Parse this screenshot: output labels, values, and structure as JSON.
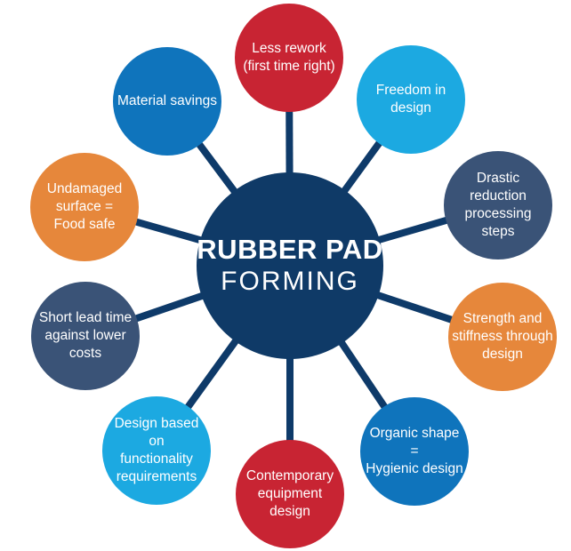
{
  "diagram": {
    "center": {
      "title_line1": "RUBBER PAD",
      "title_line2": "FORMING",
      "color": "#0F3A67"
    },
    "connector_color": "#0E3A69",
    "palette": {
      "red": "#C82433",
      "cyan": "#1CA9E1",
      "slate": "#3A5377",
      "orange": "#E6873B",
      "blue": "#0F74BC",
      "navy": "#0F3A67"
    },
    "nodes": [
      {
        "label": "Less rework\n(first time right)",
        "color": "#C82433"
      },
      {
        "label": "Freedom in\ndesign",
        "color": "#1CA9E1"
      },
      {
        "label": "Drastic reduction\nprocessing steps",
        "color": "#3A5377"
      },
      {
        "label": "Strength and\nstiffness through\ndesign",
        "color": "#E6873B"
      },
      {
        "label": "Organic shape\n=\nHygienic design",
        "color": "#0F74BC"
      },
      {
        "label": "Contemporary\nequipment\ndesign",
        "color": "#C82433"
      },
      {
        "label": "Design based on\nfunctionality\nrequirements",
        "color": "#1CA9E1"
      },
      {
        "label": "Short lead time\nagainst lower\ncosts",
        "color": "#3A5377"
      },
      {
        "label": "Undamaged\nsurface =\nFood safe",
        "color": "#E6873B"
      },
      {
        "label": "Material savings",
        "color": "#0F74BC"
      }
    ]
  }
}
